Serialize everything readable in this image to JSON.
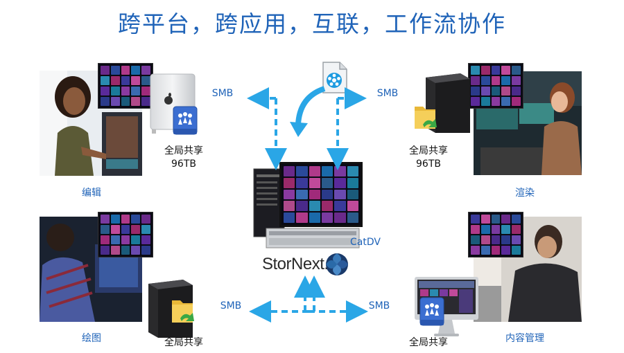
{
  "title": "跨平台，跨应用，互联，工作流协作",
  "nodes": {
    "edit": {
      "label": "编辑",
      "share": "全局共享",
      "size": "96TB"
    },
    "render": {
      "label": "渲染",
      "share": "全局共享",
      "size": "96TB"
    },
    "paint": {
      "label": "绘图",
      "share": "全局共享"
    },
    "content": {
      "label": "内容管理",
      "share": "全局共享"
    }
  },
  "protocols": {
    "top_left": "SMB",
    "top_right": "SMB",
    "bottom_left": "SMB",
    "bottom_right": "SMB"
  },
  "center": {
    "app": "CatDV",
    "brand": "StorNext."
  },
  "colors": {
    "title": "#1f63b8",
    "arrow": "#2aa6e6",
    "label": "#1f63b8"
  }
}
